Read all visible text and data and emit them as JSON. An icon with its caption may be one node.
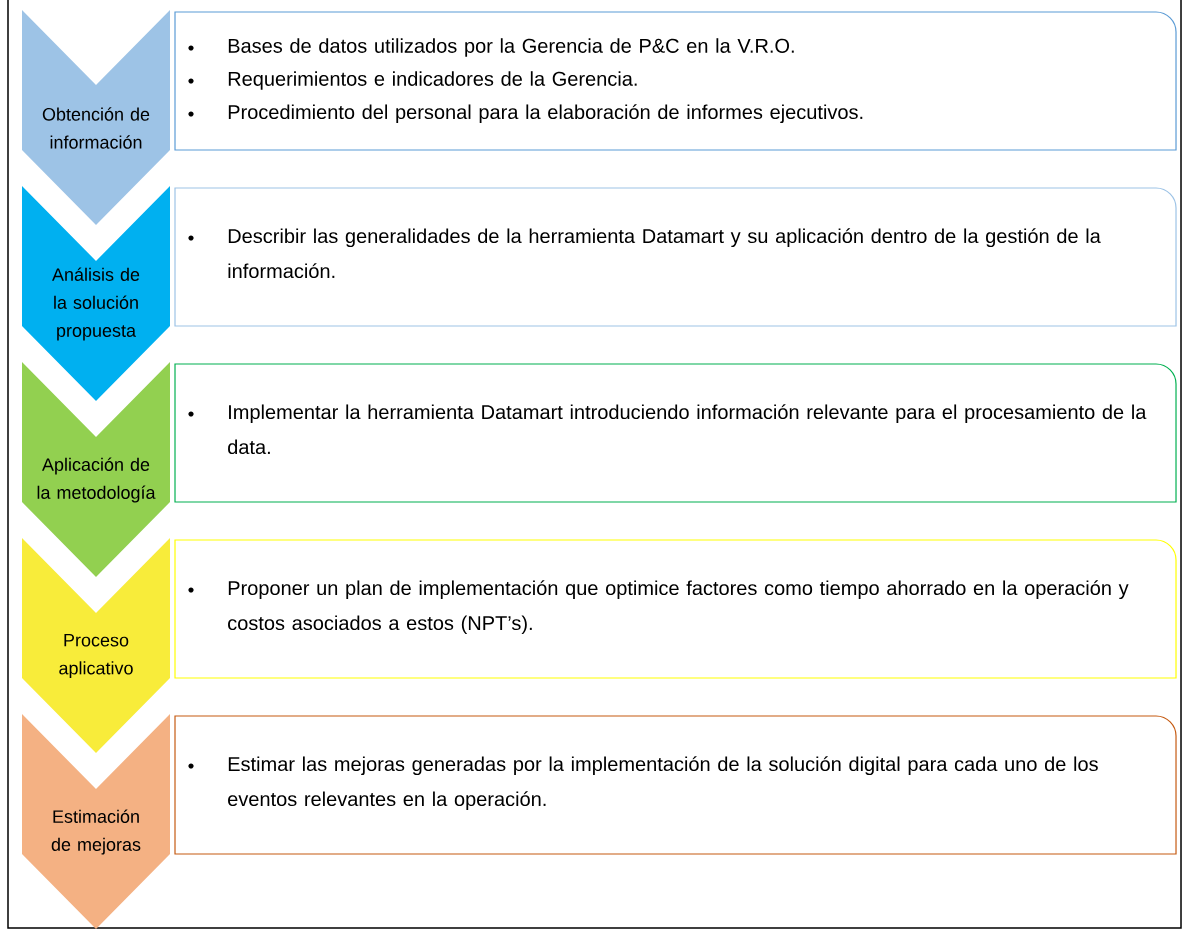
{
  "diagram": {
    "nodes": [
      {
        "text": [
          "Obtención de información"
        ]
      },
      {
        "text": [
          "Bases de datos utilizados por la Gerencia de P&C en la V.R.O.",
          "Requerimientos e indicadores de la Gerencia.",
          "Procedimiento del personal para la elaboración de informes ejecutivos."
        ]
      },
      {
        "text": [
          "Análisis de la solución propuesta"
        ]
      },
      {
        "text": [
          "Describir las generalidades de la herramienta Datamart y su aplicación dentro de la gestión de la información."
        ]
      },
      {
        "text": [
          "Aplicación de la metodología"
        ]
      },
      {
        "text": [
          "Implementar la herramienta Datamart introduciendo información relevante para el procesamiento de la data."
        ]
      },
      {
        "text": [
          "Proceso aplicativo"
        ]
      },
      {
        "text": [
          "Proponer un plan de implementación que optimice factores como tiempo ahorrado en la operación y costos asociados a estos (NPT’s)."
        ]
      },
      {
        "text": [
          "Estimación de mejoras"
        ]
      },
      {
        "text": [
          "Estimar las mejoras generadas por la implementación de la solución digital para cada uno de los eventos relevantes en la operación."
        ]
      }
    ]
  }
}
